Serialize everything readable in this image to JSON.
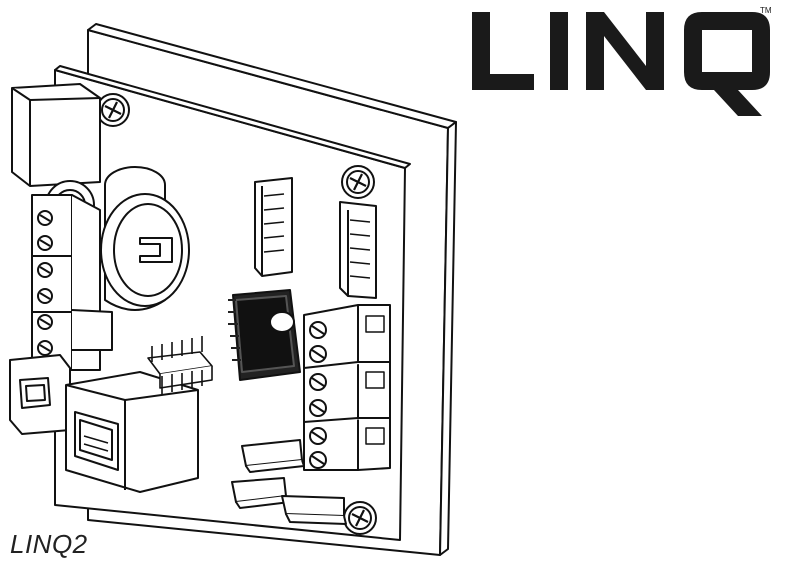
{
  "logo": {
    "text": "LINQ",
    "trademark": "TM"
  },
  "caption": "LINQ2",
  "colors": {
    "line": "#111111",
    "fill": "#ffffff",
    "chip": "#222222",
    "logo": "#1a1a1a"
  }
}
